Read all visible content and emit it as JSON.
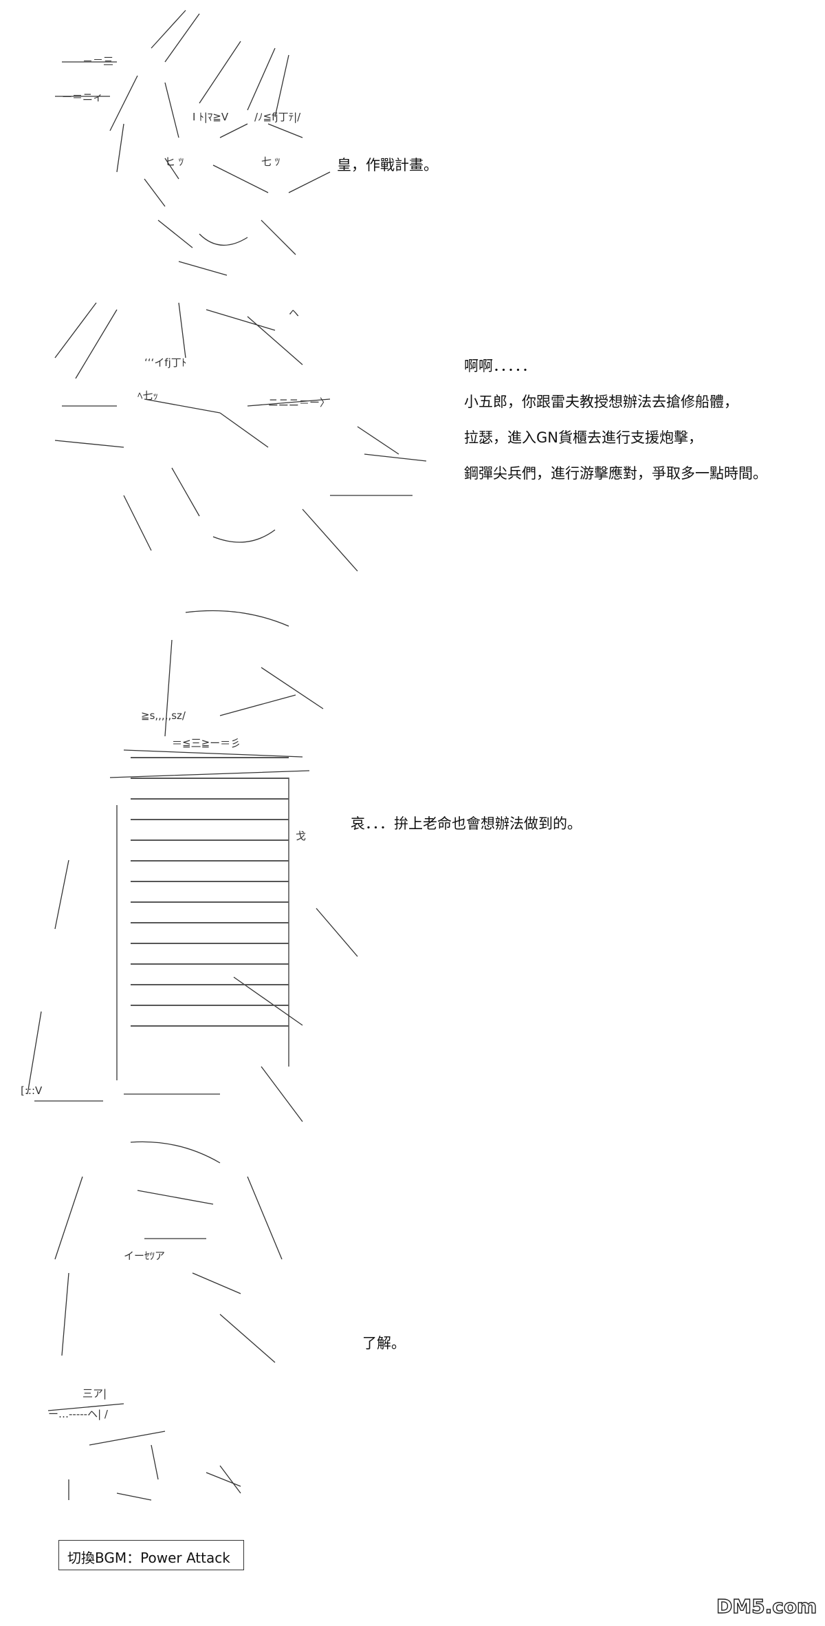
{
  "panels": [
    {
      "lines": [
        "皇，作戰計畫。"
      ]
    },
    {
      "lines": [
        "啊啊．．．．．",
        "小五郎，你跟雷夫教授想辦法去搶修船體，",
        "拉瑟，進入GN貨櫃去進行支援炮擊，",
        "鋼彈尖兵們，進行游擊應對，爭取多一點時間。"
      ]
    },
    {
      "lines": [
        "哀．．．拚上老命也會想辦法做到的。"
      ]
    },
    {
      "lines": [
        "了解。"
      ]
    }
  ],
  "bgm": {
    "label": "切換BGM：Power Attack"
  },
  "watermark": {
    "text": "DM5.com"
  }
}
